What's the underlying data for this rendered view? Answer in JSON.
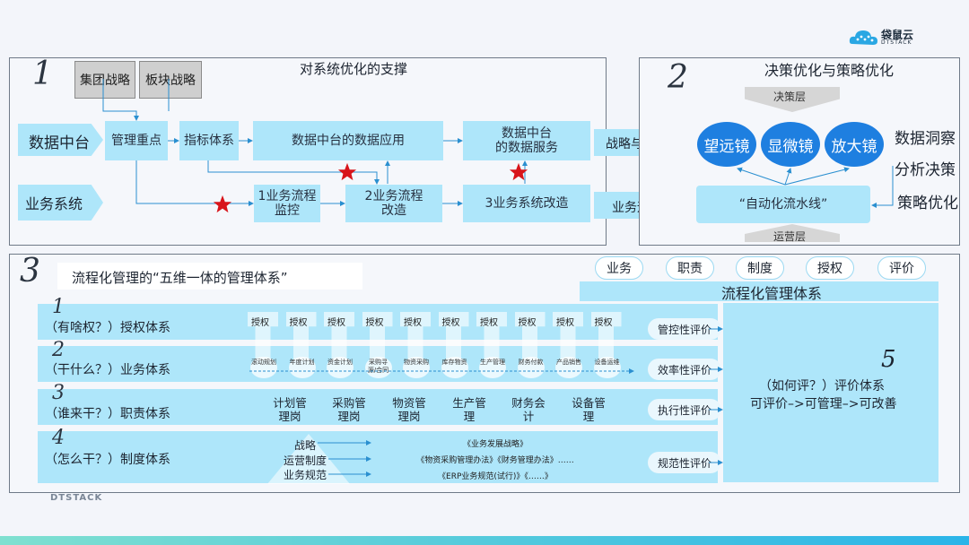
{
  "brand": {
    "name": "袋鼠云",
    "sub": "DTSTACK"
  },
  "footer_brand": "DTSTACK",
  "section1": {
    "number": "1",
    "title": "对系统优化的支撑",
    "strategy_boxes": [
      "集团战略",
      "板块战略"
    ],
    "left_labels": {
      "data_platform": "数据中台",
      "business_system": "业务系统"
    },
    "boxes": {
      "mgmt_focus": "管理重点",
      "index_system": "指标体系",
      "data_app": "数据中台的数据应用",
      "data_service_l1": "数据中台",
      "data_service_l2": "的数据服务",
      "monitor_l1": "1业务流程",
      "monitor_l2": "监控",
      "improve_l1": "2业务流程",
      "improve_l2": "改造",
      "transform": "3业务系统改造"
    }
  },
  "section2": {
    "number": "2",
    "title": "决策优化与策略优化",
    "decision_layer": "决策层",
    "ops_layer": "运营层",
    "arrow_strategy": "战略与管控",
    "arrow_ops": "业务运营",
    "lenses": [
      "望远镜",
      "显微镜",
      "放大镜"
    ],
    "pipeline": "“自动化流水线”",
    "right_texts": [
      "数据洞察",
      "分析决策",
      "策略优化"
    ]
  },
  "section3": {
    "number": "3",
    "title": "流程化管理的“五维一体的管理体系”",
    "pills": [
      "业务",
      "职责",
      "制度",
      "授权",
      "评价"
    ],
    "system_label": "流程化管理体系",
    "rows": [
      {
        "num": "1",
        "title": "（有啥权？）授权体系",
        "eval": "管控性评价"
      },
      {
        "num": "2",
        "title": "（干什么？）业务体系",
        "eval": "效率性评价"
      },
      {
        "num": "3",
        "title": "（谁来干？）职责体系",
        "eval": "执行性评价"
      },
      {
        "num": "4",
        "title": "（怎么干？）制度体系",
        "eval": "规范性评价"
      }
    ],
    "auth_items": [
      "授权",
      "授权",
      "授权",
      "授权",
      "授权",
      "授权",
      "授权",
      "授权",
      "授权",
      "授权"
    ],
    "business_items": [
      "滚动规划",
      "年度计划",
      "资金计划",
      "采购寻源/合同",
      "物资采购",
      "库存物资",
      "生产管理",
      "财务付款",
      "产品销售",
      "设备运维"
    ],
    "duty_items": [
      "计划管理岗",
      "采购管理岗",
      "物资管理岗",
      "生产管理",
      "财务会计",
      "设备管理"
    ],
    "regime_labels": [
      "战略",
      "运营制度",
      "业务规范"
    ],
    "regime_docs": [
      "《业务发展战略》",
      "《物资采购管理办法》《财务管理办法》……",
      "《ERP业务规范(试行)》《……》"
    ],
    "eval_box": {
      "num": "5",
      "line1": "（如何评？）评价体系",
      "line2": "可评价–>可管理–>可改善"
    }
  },
  "colors": {
    "light_blue": "#aee6fa",
    "dark_blue": "#1e7fe0",
    "star": "#d8141a",
    "gray_box": "#cfcfcf"
  }
}
